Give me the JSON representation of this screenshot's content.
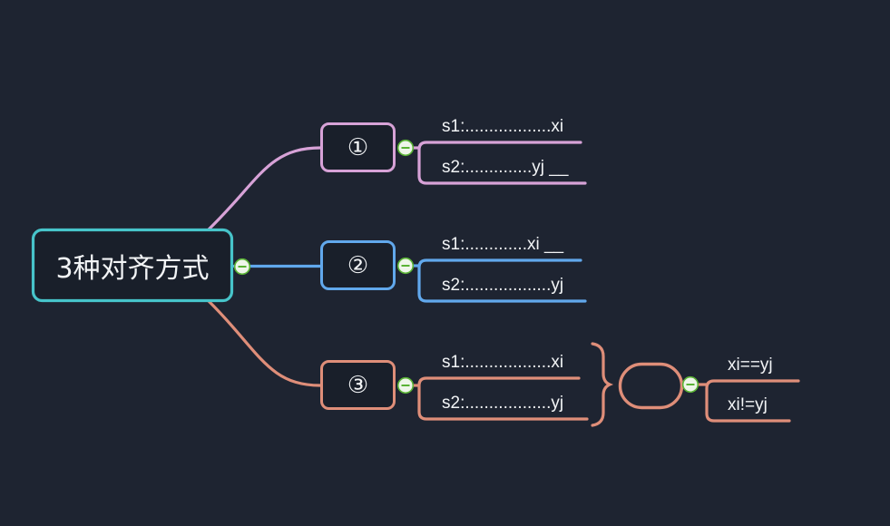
{
  "canvas": {
    "background": "#1e2431",
    "text_color": "#f2f4f6"
  },
  "root": {
    "label": "3种对齐方式",
    "color": "#47c4ca"
  },
  "branches": [
    {
      "label": "①",
      "color": "#d7a2d7",
      "children": [
        {
          "label": "s1:..................xi"
        },
        {
          "label": "s2:..............yj __"
        }
      ]
    },
    {
      "label": "②",
      "color": "#61a8ec",
      "children": [
        {
          "label": "s1:.............xi __"
        },
        {
          "label": "s2:..................yj"
        }
      ]
    },
    {
      "label": "③",
      "color": "#df8e79",
      "children": [
        {
          "label": "s1:..................xi"
        },
        {
          "label": "s2:..................yj"
        }
      ]
    }
  ],
  "summary": {
    "label": "",
    "color": "#df8e79",
    "children": [
      {
        "label": "xi==yj"
      },
      {
        "label": "xi!=yj"
      }
    ]
  },
  "collapse_button": {
    "fill": "#eef6ea",
    "stroke": "#5ab335",
    "symbol": "minus"
  }
}
